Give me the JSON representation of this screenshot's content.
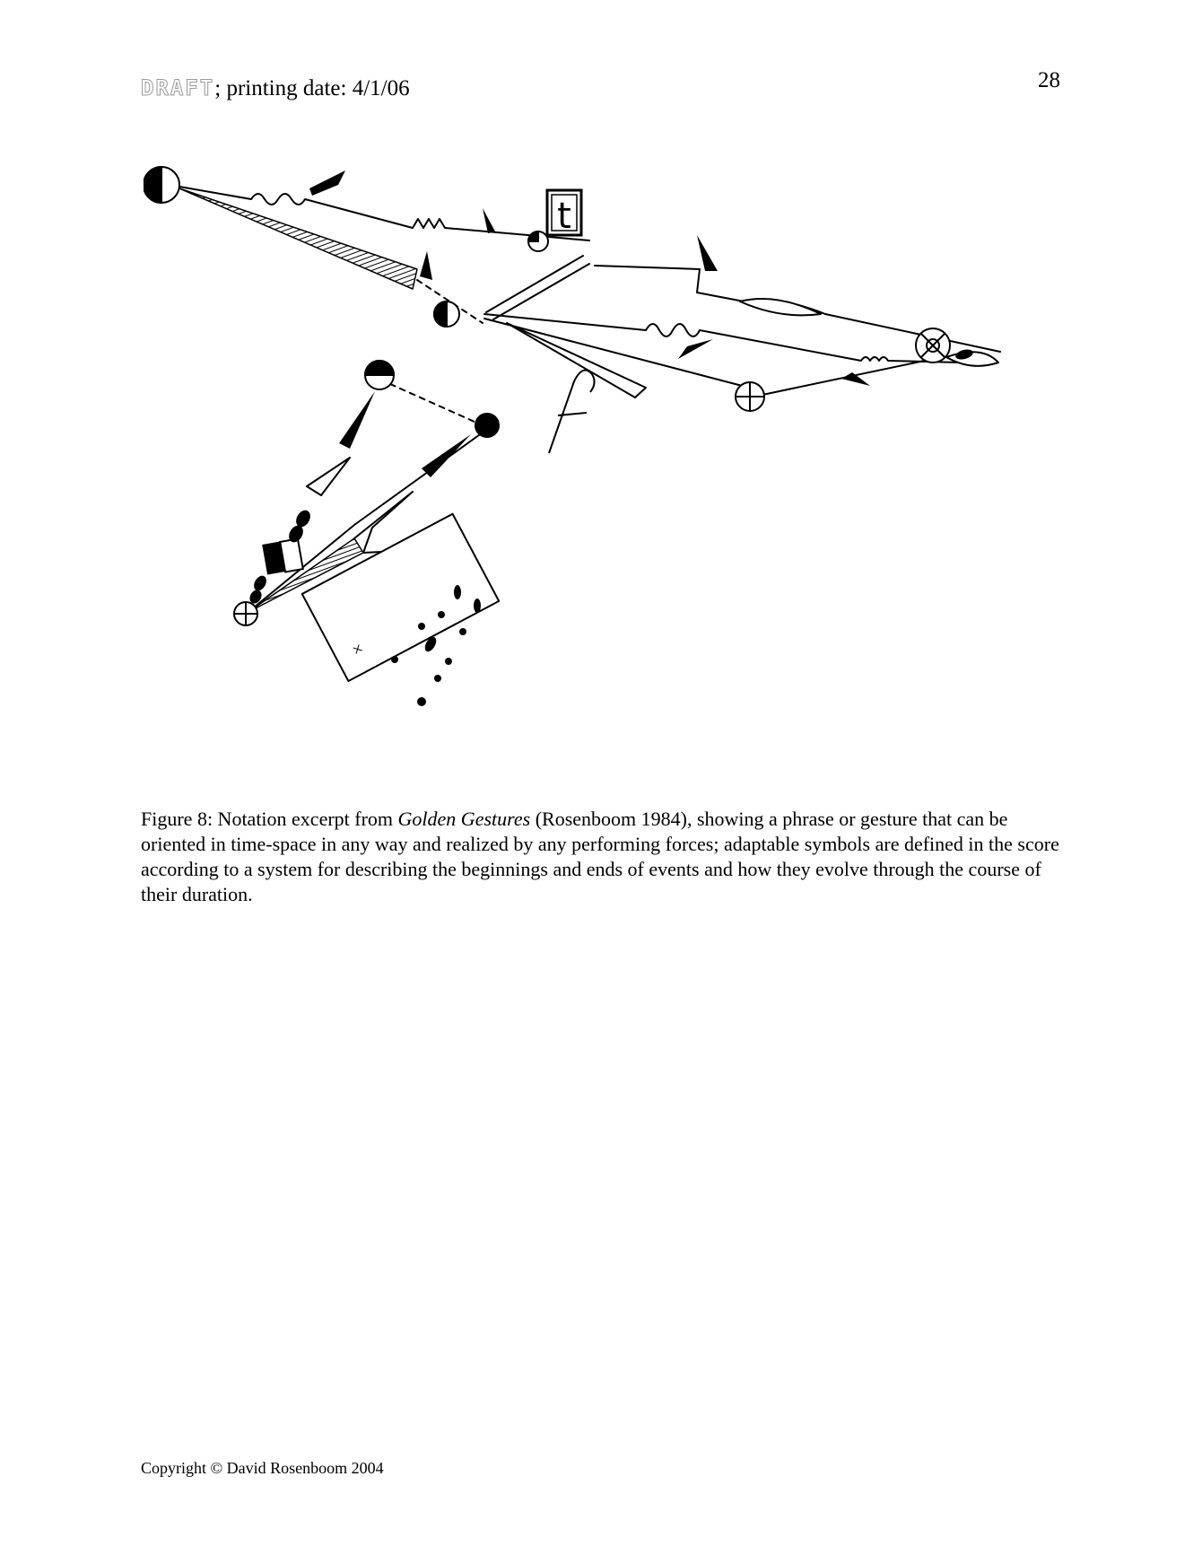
{
  "header": {
    "draft_label": "DRAFT",
    "printing_text": "; printing date: 4/1/06",
    "page_number": "28"
  },
  "figure": {
    "box_letter": "t",
    "script_letter": "f"
  },
  "caption": {
    "prefix": "Figure 8: Notation excerpt from ",
    "title": "Golden Gestures",
    "rest": " (Rosenboom 1984), showing a phrase or gesture that can be oriented in time-space in any way and realized by any performing forces; adaptable symbols are defined in the score according to a system for describing the beginnings and ends of events and how they evolve through the course of their duration."
  },
  "footer": {
    "copyright": "Copyright © David Rosenboom 2004"
  }
}
